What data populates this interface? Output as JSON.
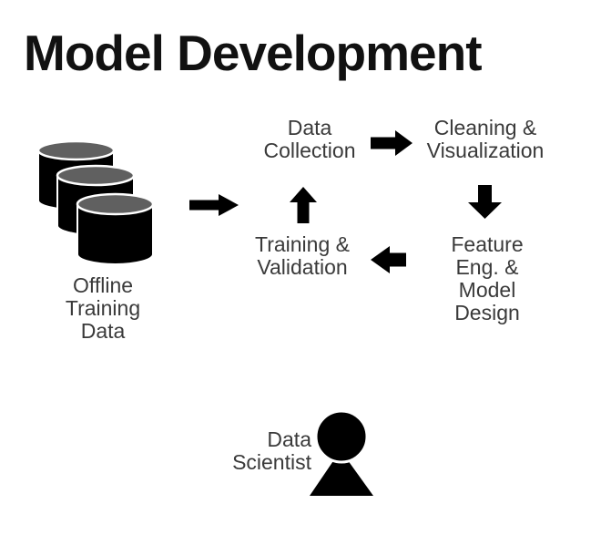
{
  "title": "Model Development",
  "datastore": {
    "icon": "database-stack-icon",
    "label": "Offline\nTraining\nData"
  },
  "cycle": {
    "steps": [
      {
        "id": "data-collection",
        "label": "Data\nCollection"
      },
      {
        "id": "cleaning-visualization",
        "label": "Cleaning &\nVisualization"
      },
      {
        "id": "feature-eng-model-design",
        "label": "Feature Eng. &\nModel Design"
      },
      {
        "id": "training-validation",
        "label": "Training &\nValidation"
      }
    ],
    "arrows": [
      {
        "id": "datastore-to-cycle",
        "direction": "right"
      },
      {
        "id": "collection-to-cleaning",
        "direction": "right"
      },
      {
        "id": "cleaning-to-feature",
        "direction": "down"
      },
      {
        "id": "feature-to-training",
        "direction": "left"
      },
      {
        "id": "training-to-collection",
        "direction": "up"
      }
    ]
  },
  "person": {
    "icon": "person-icon",
    "label": "Data\nScientist"
  },
  "colors": {
    "background": "#ffffff",
    "shape": "#000000",
    "cylinder_top": "#606060",
    "outline": "#ffffff",
    "label_text": "#3a3a3a",
    "title_text": "#111111"
  }
}
